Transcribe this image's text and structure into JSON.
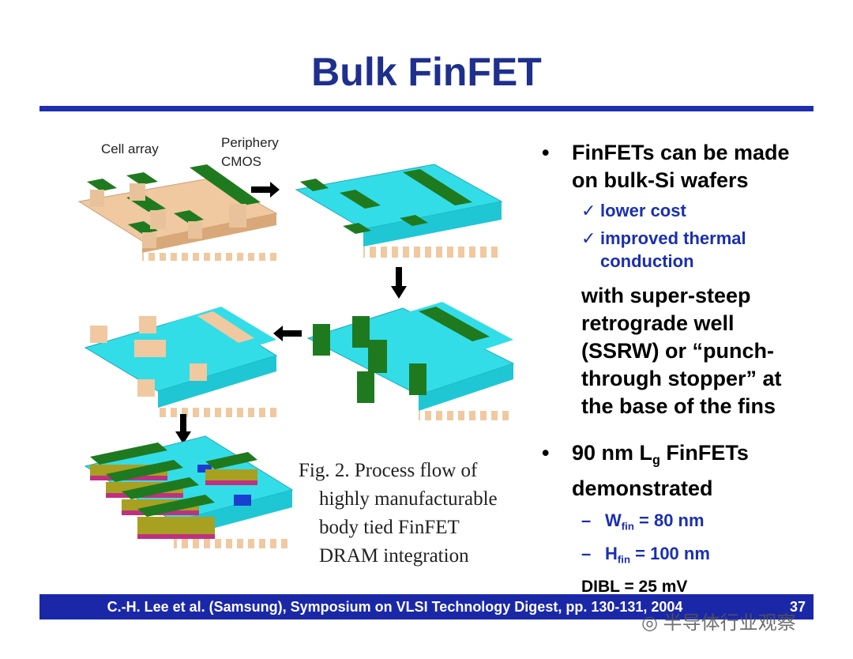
{
  "title": "Bulk FinFET",
  "figure": {
    "label_cell": "Cell array",
    "label_periphery_1": "Periphery",
    "label_periphery_2": "CMOS",
    "caption_lines": [
      "Fig. 2. Process flow of",
      "highly manufacturable",
      "body tied FinFET",
      "DRAM integration"
    ]
  },
  "bullets": {
    "b1_line1": "FinFETs can be made",
    "b1_line2": "on bulk-Si wafers",
    "check1": "lower cost",
    "check2_line1": "improved thermal",
    "check2_line2": "conduction",
    "para_lines": [
      "with super-steep",
      "retrograde well",
      "(SSRW) or “punch-",
      "through stopper” at",
      "the base of the fins"
    ],
    "b2_pre": "90 nm L",
    "b2_sub": "g",
    "b2_post": " FinFETs",
    "b2_line2": "demonstrated",
    "w_label": "W",
    "w_sub": "fin",
    "w_value": " = 80 nm",
    "h_label": "H",
    "h_sub": "fin",
    "h_value": " = 100 nm",
    "dibl": "DIBL = 25 mV"
  },
  "footer": {
    "cite": "C.-H. Lee et al. (Samsung), Symposium on VLSI Technology Digest, pp. 130-131, 2004",
    "page": "37"
  },
  "watermark": "半导体行业观察",
  "colors": {
    "title": "#1e2f8e",
    "rule": "#1e2fb0",
    "accent": "#1a2fb0",
    "footer": "#1a28a8",
    "fin": "#1f7a1f",
    "oxide": "#33dde8",
    "silicon": "#f0c9a0"
  }
}
